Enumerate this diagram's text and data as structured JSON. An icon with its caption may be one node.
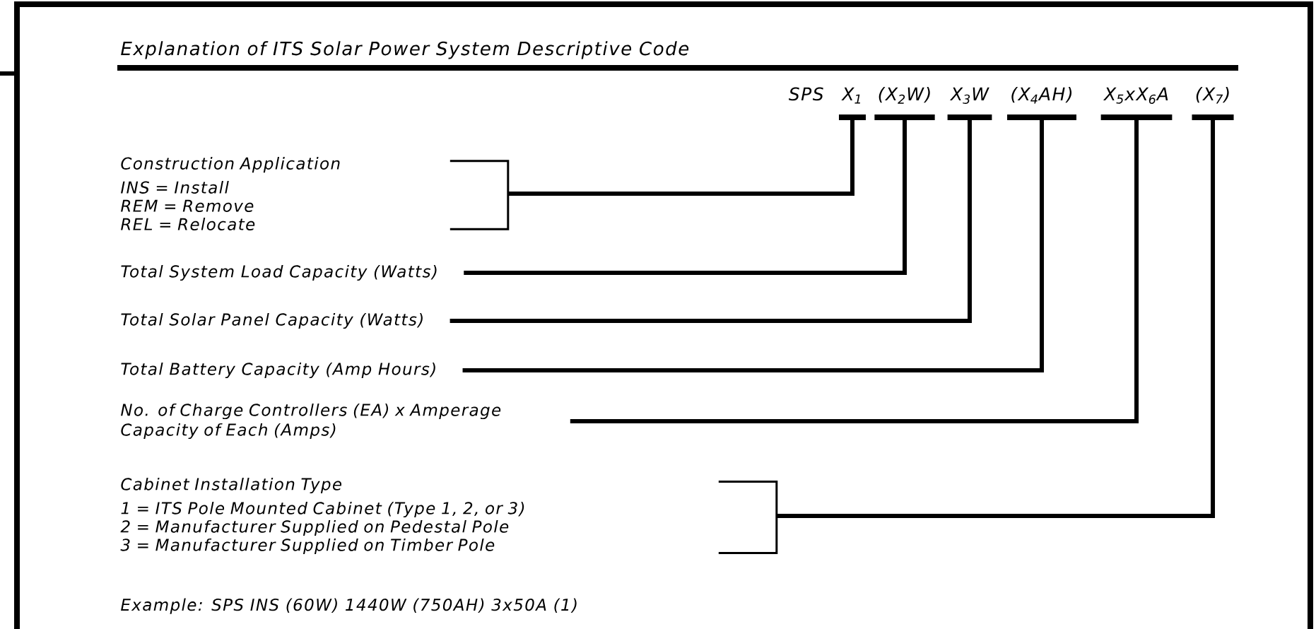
{
  "diagram": {
    "title": "Explanation of ITS Solar Power System Descriptive Code",
    "nodes": [
      {
        "text": [
          "Construction Application",
          "INS = Install",
          "REM = Remove",
          "REL = Relocate"
        ]
      },
      {
        "text": [
          "Total System Load Capacity (Watts)"
        ]
      },
      {
        "text": [
          "Total Solar Panel Capacity (Watts)"
        ]
      },
      {
        "text": [
          "Total Battery Capacity (Amp Hours)"
        ]
      },
      {
        "text": [
          "No. of Charge Controllers (EA) x Amperage Capacity of Each (Amps)"
        ]
      },
      {
        "text": [
          "Cabinet Installation Type",
          "1 = ITS Pole Mounted Cabinet (Type 1, 2, or 3)",
          "2 = Manufacturer Supplied on Pedestal Pole",
          "3 = Manufacturer Supplied on Timber Pole"
        ]
      },
      {
        "text": [
          "X$_{1}$"
        ]
      },
      {
        "text": [
          "(X$_{2}$W)"
        ]
      },
      {
        "text": [
          "X$_{3}$W"
        ]
      },
      {
        "text": [
          "(X$_{4}$AH)"
        ]
      },
      {
        "text": [
          "X$_{5}$xX$_{6}$A"
        ]
      },
      {
        "text": [
          "(X$_{7}$)"
        ]
      }
    ],
    "edges": [
      {
        "from": 0,
        "to": 6,
        "arrow": "none"
      },
      {
        "from": 1,
        "to": 7,
        "arrow": "none"
      },
      {
        "from": 2,
        "to": 8,
        "arrow": "none"
      },
      {
        "from": 3,
        "to": 9,
        "arrow": "none"
      },
      {
        "from": 4,
        "to": 10,
        "arrow": "none"
      },
      {
        "from": 5,
        "to": 11,
        "arrow": "none"
      }
    ],
    "labels": [
      "SPS",
      "Example: SPS INS (60W) 1440W (750AH) 3x50A (1)"
    ]
  }
}
